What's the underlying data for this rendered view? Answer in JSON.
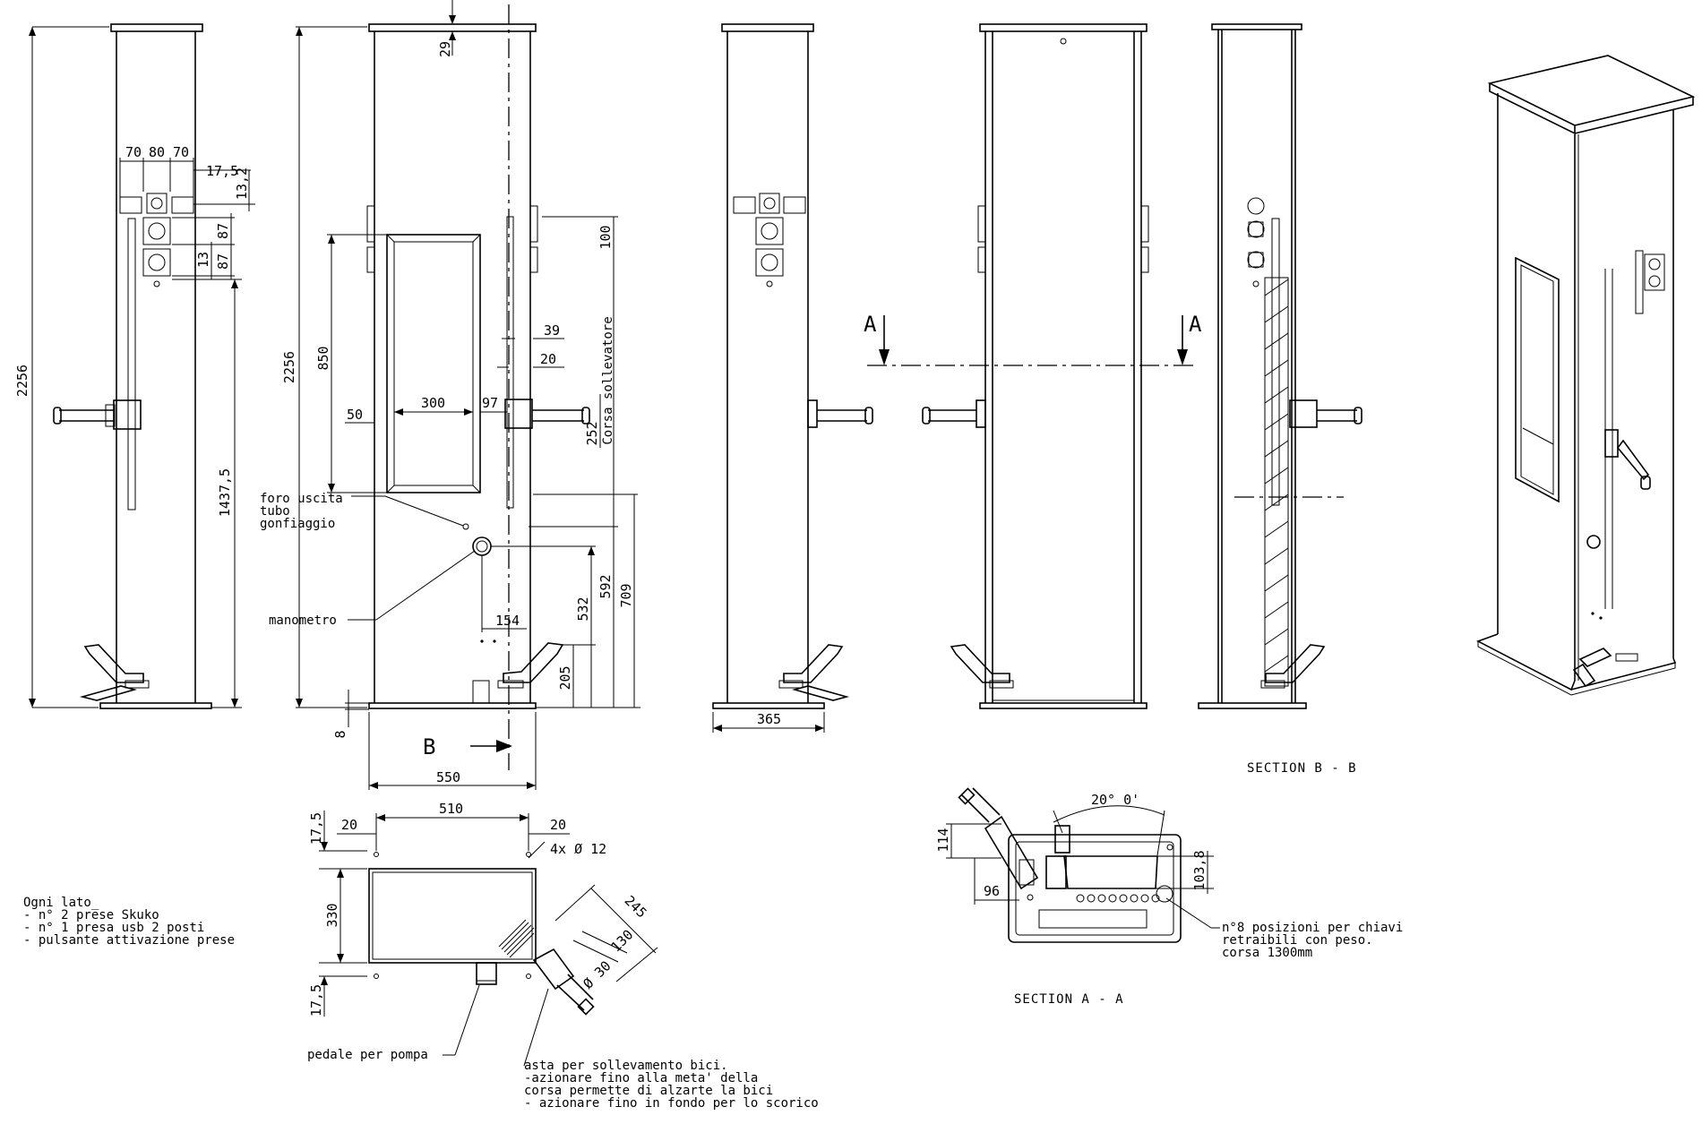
{
  "dims": {
    "front_height": "2256",
    "socket_w1": "70",
    "socket_w2": "80",
    "socket_w3": "70",
    "socket_side": "17,5",
    "socket_top": "13,2",
    "socket_h1": "87",
    "socket_h2": "87",
    "socket_gap": "13",
    "handle_height": "1437,5",
    "side_height": "2256",
    "top_offset": "29",
    "window_height": "850",
    "window_margin": "50",
    "window_width": "300",
    "window_right": "97",
    "lift_top": "100",
    "lift_d1": "39",
    "lift_d2": "20",
    "lift_stroke": "252",
    "lift_label": "Corsa sollevatore",
    "gauge_offset": "154",
    "h532": "532",
    "h592": "592",
    "h709": "709",
    "h205": "205",
    "base_8": "8",
    "width_550": "550",
    "view_b": "B",
    "width_365": "365",
    "section_a": "A",
    "plan_510": "510",
    "plan_20a": "20",
    "plan_20b": "20",
    "plan_175a": "17,5",
    "plan_175b": "17,5",
    "plan_330": "330",
    "holes": "4x  Ø  12",
    "arm_245": "245",
    "arm_130": "130",
    "arm_d30": "Ø  30",
    "sec_angle": "20° 0'",
    "sec_114": "114",
    "sec_96": "96",
    "sec_103": "103,8"
  },
  "labels": {
    "foro_line1": "foro uscita",
    "foro_line2": "tubo",
    "foro_line3": "gonfiaggio",
    "manometro": "manometro",
    "pedale": "pedale per pompa",
    "asta_line1": "asta per sollevamento bici.",
    "asta_line2": "-azionare fino alla meta' della",
    "asta_line3": "corsa permette di alzarte la bici",
    "asta_line4": "- azionare fino in fondo per lo scorico",
    "keys_line1": "n°8 posizioni per chiavi",
    "keys_line2": "retraibili con peso.",
    "keys_line3": "corsa 1300mm",
    "section_bb": "SECTION  B - B",
    "section_aa": "SECTION  A - A"
  },
  "notes": {
    "title": "Ogni  lato_",
    "items": [
      "- n° 2 prese Skuko",
      "- n° 1 presa usb 2 posti",
      "- pulsante attivazione prese"
    ]
  }
}
